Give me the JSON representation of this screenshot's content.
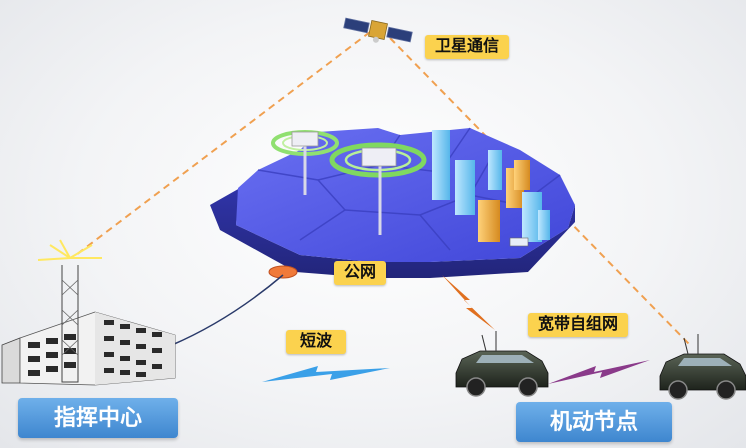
{
  "labels": {
    "satellite": "卫星通信",
    "public_network": "公网",
    "shortwave": "短波",
    "broadband_adhoc": "宽带自组网",
    "command_center": "指挥中心",
    "mobile_node": "机动节点"
  },
  "colors": {
    "tag_yellow": "#fbd24e",
    "banner_blue": "#4a92d8",
    "hex_platform": "#5a5fe8",
    "dashed_link": "#f0a050",
    "shortwave_bolt": "#3aa0e8",
    "adhoc_bolt": "#8a3a8a",
    "public_bolt": "#e07020"
  },
  "icons": [
    "satellite-icon",
    "tower-icon",
    "building-icon",
    "car-icon",
    "city-icon",
    "antenna-icon"
  ]
}
